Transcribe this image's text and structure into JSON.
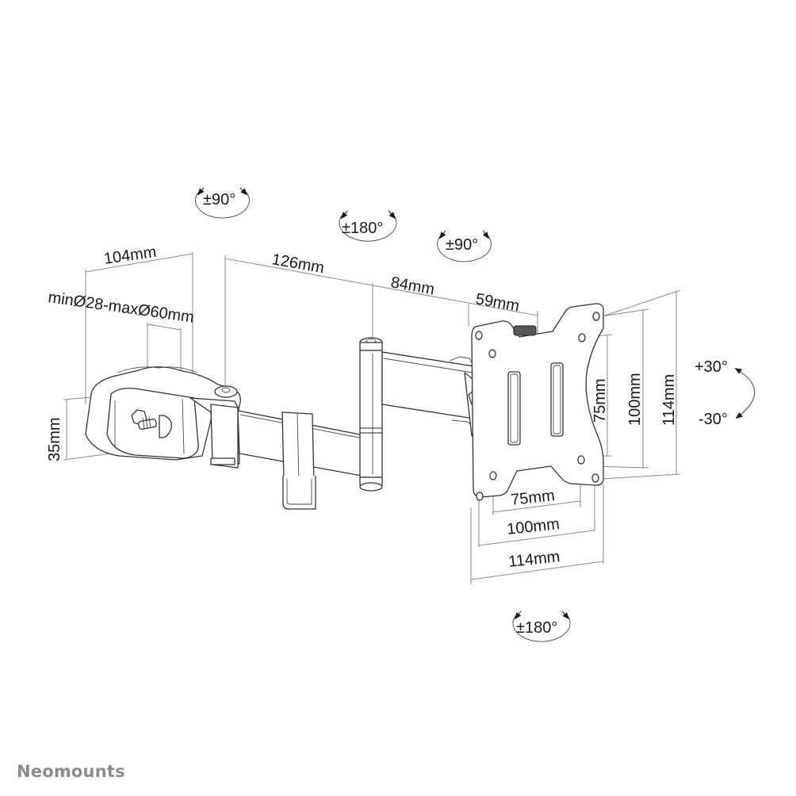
{
  "diagram": {
    "subject": "Single-arm pole/clamp monitor mount with VESA plate",
    "dimensions": {
      "clamp_depth": "104mm",
      "pole_range": "minØ28-maxØ60mm",
      "clamp_height": "35mm",
      "arm_segment_1": "126mm",
      "arm_segment_2": "84mm",
      "head_offset": "59mm",
      "vesa_horizontal_small": "75mm",
      "vesa_horizontal_large": "100mm",
      "plate_width": "114mm",
      "vesa_vertical_small": "75mm",
      "vesa_vertical_large": "100mm",
      "plate_height": "114mm"
    },
    "rotations": {
      "clamp_swivel": "±90°",
      "elbow_swivel": "±180°",
      "head_swivel": "±90°",
      "screen_rotation": "±180°",
      "tilt_up": "+30°",
      "tilt_down": "-30°"
    }
  },
  "brand": {
    "name": "Neomounts",
    "color": "#8c8c8c"
  }
}
